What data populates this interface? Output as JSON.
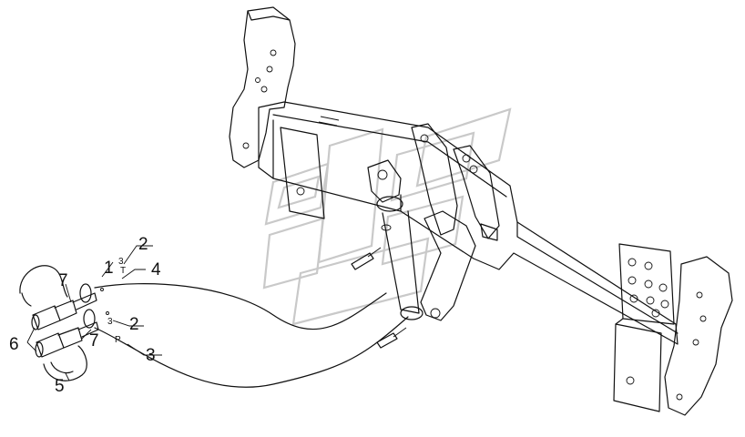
{
  "callouts": [
    {
      "id": "c1",
      "text": "1"
    },
    {
      "id": "c2a",
      "text": "2"
    },
    {
      "id": "c2b",
      "text": "2"
    },
    {
      "id": "c3",
      "text": "3"
    },
    {
      "id": "c4",
      "text": "4"
    },
    {
      "id": "c5",
      "text": "5"
    },
    {
      "id": "c6",
      "text": "6"
    },
    {
      "id": "c7a",
      "text": "7"
    },
    {
      "id": "c7b",
      "text": "7"
    }
  ],
  "port_marks": [
    {
      "id": "t",
      "text": "T"
    },
    {
      "id": "p",
      "text": "P"
    },
    {
      "id": "s1",
      "text": "3"
    },
    {
      "id": "s2",
      "text": "3"
    }
  ],
  "colors": {
    "line": "#111111",
    "watermark": "#c9c9c9",
    "background": "#ffffff"
  }
}
